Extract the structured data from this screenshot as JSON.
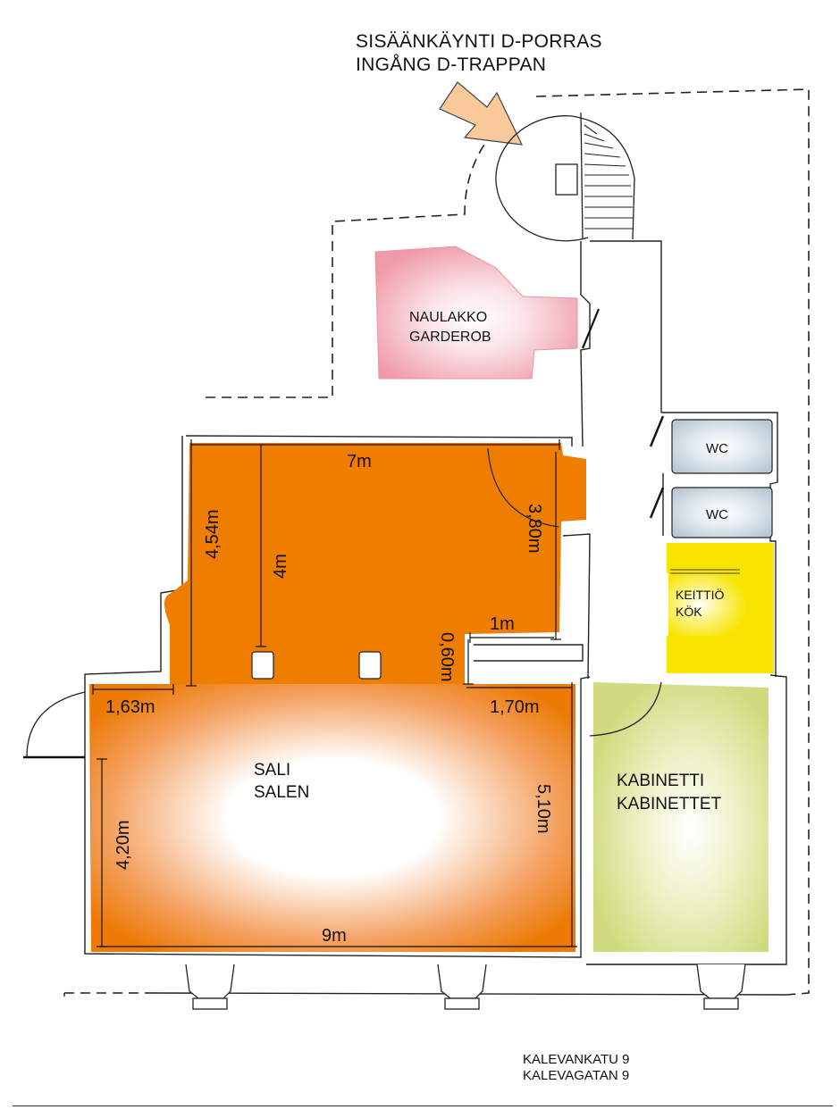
{
  "entrance": {
    "line1": "SISÄÄNKÄYNTI D-PORRAS",
    "line2": "INGÅNG D-TRAPPAN"
  },
  "rooms": {
    "garderob": {
      "line1": "NAULAKKO",
      "line2": "GARDEROB",
      "color": "#f2a8b4"
    },
    "wc1": {
      "label": "WC",
      "color": "#c2d0dc"
    },
    "wc2": {
      "label": "WC",
      "color": "#c2d0dc"
    },
    "kitchen": {
      "line1": "KEITTIÖ",
      "line2": "KÖK",
      "color": "#f7e400"
    },
    "salen": {
      "line1": "SALI",
      "line2": "SALEN",
      "color": "#ef7d00"
    },
    "kabinett": {
      "line1": "KABINETTI",
      "line2": "KABINETTET",
      "color": "#d4df8c"
    }
  },
  "dimensions": {
    "top_width": "7m",
    "left_height": "4,54m",
    "inner_height": "4m",
    "right_height": "3,80m",
    "niche_width": "1m",
    "niche_depth": "0,60m",
    "left_offset": "1,63m",
    "right_offset": "1,70m",
    "lower_left_height": "4,20m",
    "lower_right_height": "5,10m",
    "bottom_width": "9m"
  },
  "address": {
    "line1": "KALEVANKATU 9",
    "line2": "KALEVAGATAN 9"
  }
}
